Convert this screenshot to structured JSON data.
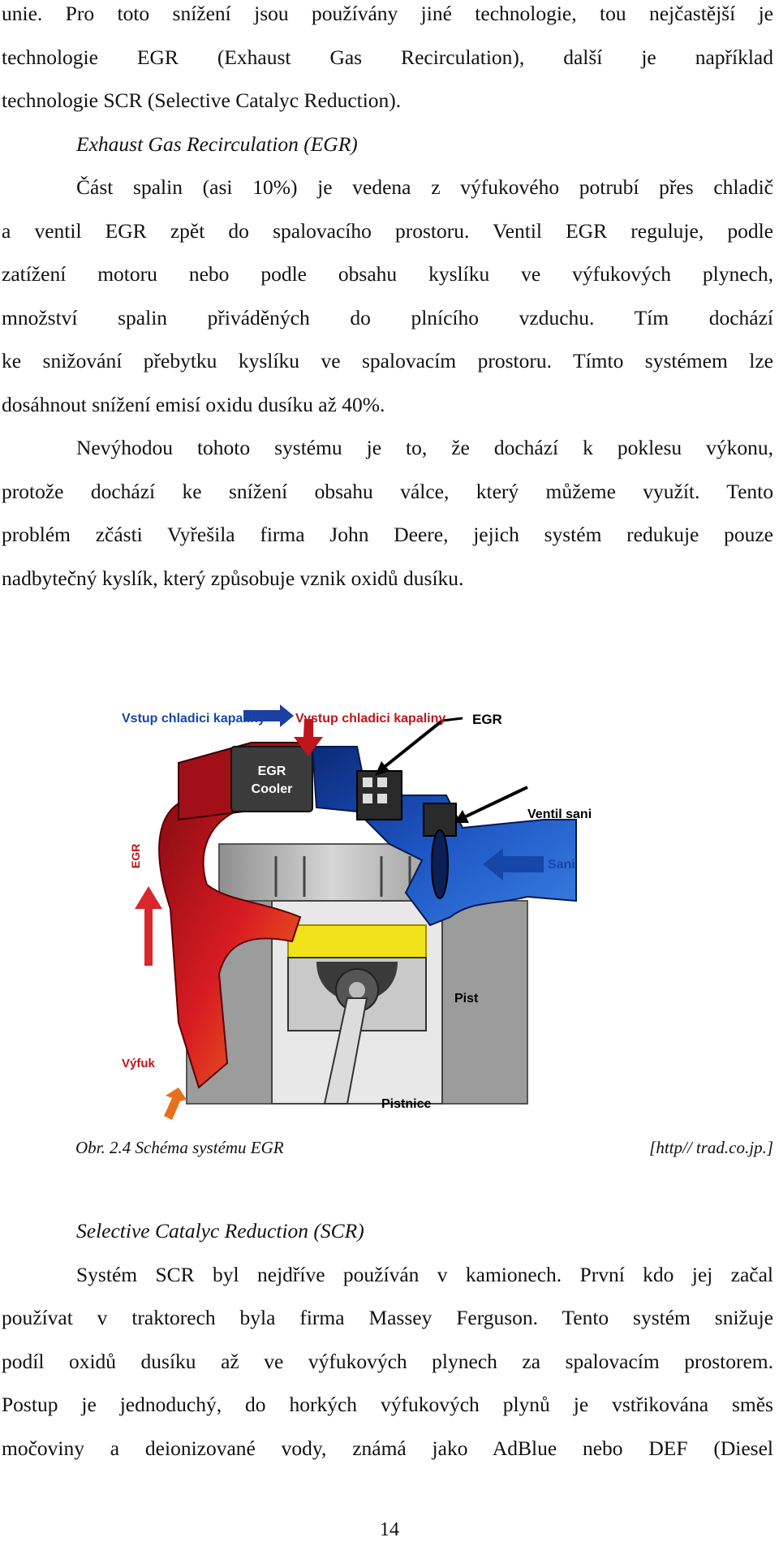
{
  "body_top": {
    "lines": [
      "unie. Pro toto snížení jsou používány jiné technologie, tou nejčastější je",
      "technologie EGR (Exhaust Gas Recirculation), další je například",
      "technologie SCR (Selective Catalyc Reduction)."
    ],
    "egr_heading": "Exhaust Gas Recirculation (EGR)",
    "egr_paragraph_lines": [
      "Část spalin (asi 10%) je vedena z výfukového potrubí přes chladič",
      "a ventil EGR zpět do spalovacího prostoru. Ventil EGR reguluje, podle",
      "zatížení motoru nebo podle obsahu kyslíku ve výfukových plynech,",
      "množství spalin přiváděných do plnícího vzduchu. Tím dochází",
      "ke snižování přebytku kyslíku ve spalovacím prostoru. Tímto systémem lze",
      "dosáhnout snížení emisí oxidu dusíku až 40%."
    ],
    "disadvantage_lines": [
      "Nevýhodou tohoto systému je to, že dochází k poklesu výkonu,",
      "protože dochází ke snížení obsahu válce, který můžeme využít. Tento",
      "problém zčásti Vyřešila firma John Deere, jejich systém redukuje pouze",
      "nadbytečný kyslík, který způsobuje vznik oxidů dusíku."
    ]
  },
  "figure": {
    "labels": {
      "coolant_in": "Vstup chladici kapaliny",
      "coolant_out": "Vystup chladici kapaliny",
      "egr": "EGR",
      "cooler_line1": "EGR",
      "cooler_line2": "Cooler",
      "intake_valve": "Ventil sani",
      "intake": "Sani",
      "egr_vertical": "EGR",
      "piston": "Pist",
      "exhaust": "Výfuk",
      "connecting_rod": "Pistnice"
    },
    "colors": {
      "hot": "#c0141c",
      "cold": "#1646a8",
      "combustion": "#f2e21c",
      "engine_grey": "#b9b9b9"
    },
    "caption": "Obr. 2.4 Schéma systému EGR",
    "source": "[http// trad.co.jp.]"
  },
  "body_scr": {
    "scr_heading": "Selective Catalyc Reduction (SCR)",
    "scr_paragraph_lines": [
      "Systém SCR byl nejdříve používán v kamionech. První kdo jej začal",
      "používat v traktorech byla firma Massey Ferguson. Tento systém snižuje",
      "podíl oxidů dusíku až ve výfukových plynech za spalovacím prostorem.",
      "Postup je jednoduchý, do horkých výfukových plynů je vstřikována směs",
      "močoviny a deionizované vody, známá jako AdBlue nebo DEF (Diesel"
    ]
  },
  "page_number": "14"
}
